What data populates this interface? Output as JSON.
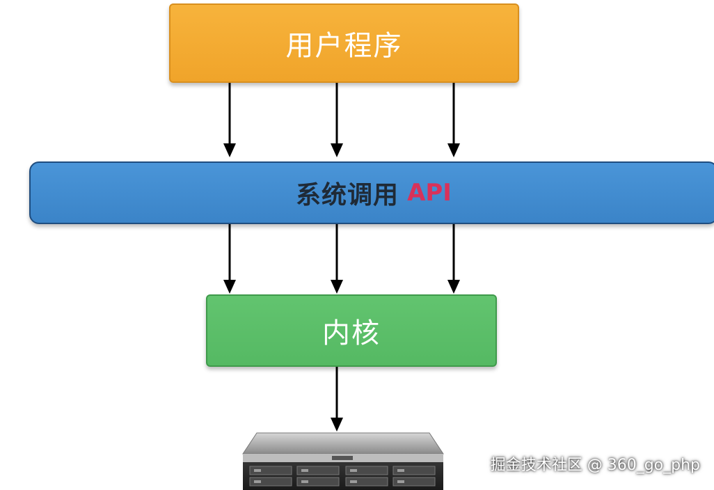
{
  "boxes": {
    "user_program": "用户程序",
    "syscall_api_main": "系统调用",
    "syscall_api_suffix": "API",
    "kernel": "内核"
  },
  "watermark": "掘金技术社区 @ 360_go_php",
  "colors": {
    "user_program": "#f7b33c",
    "syscall_api": "#4a95d8",
    "kernel": "#62c46f",
    "api_text": "#d8325a"
  },
  "icons": [
    "arrow-down-icon",
    "server-icon"
  ]
}
